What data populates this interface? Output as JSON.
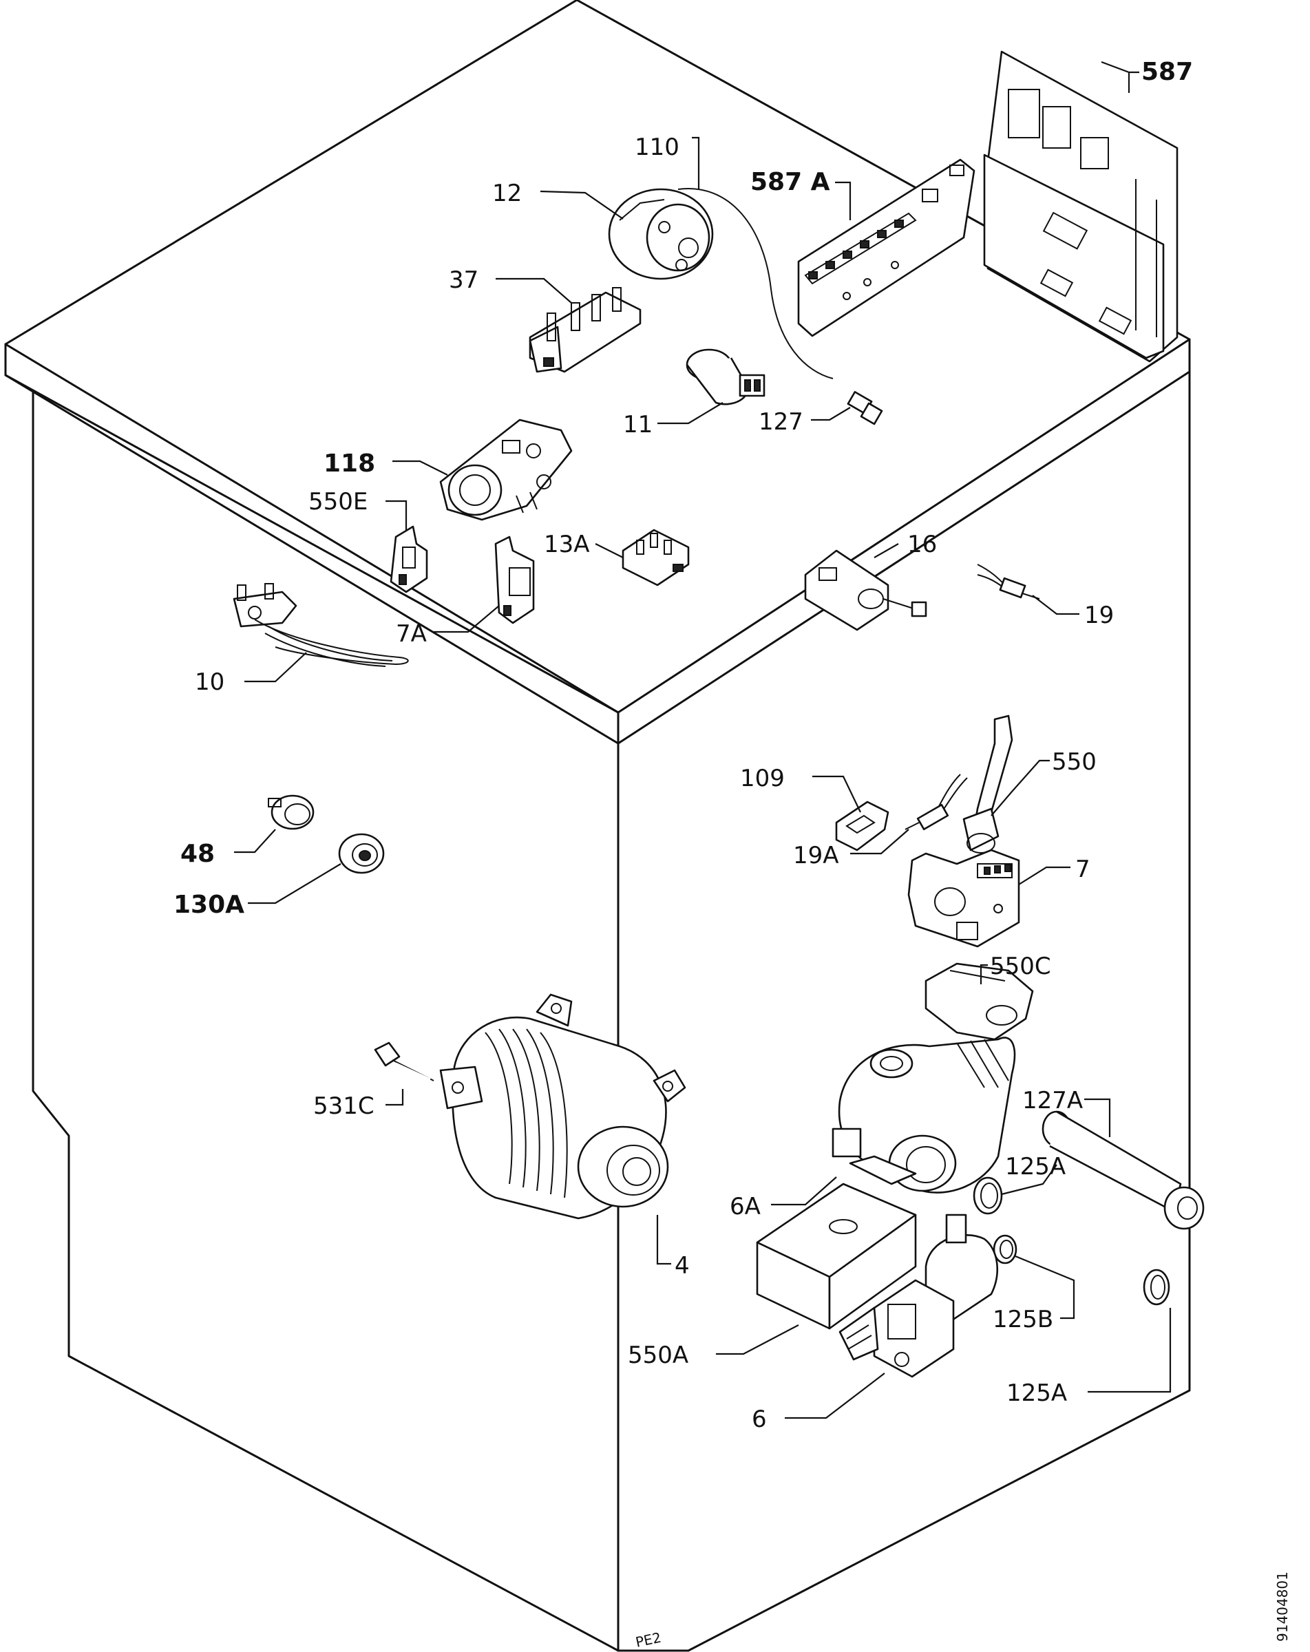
{
  "labels": {
    "p587": "587",
    "p587a": "587 A",
    "p110": "110",
    "p12": "12",
    "p37": "37",
    "p11": "11",
    "p127": "127",
    "p118": "118",
    "p550e": "550E",
    "p13a": "13A",
    "p16": "16",
    "p19": "19",
    "p7a": "7A",
    "p10": "10",
    "p109": "109",
    "p550": "550",
    "p19a": "19A",
    "p7": "7",
    "p48": "48",
    "p130a": "130A",
    "p550c": "550C",
    "p531c": "531C",
    "p127a": "127A",
    "p125a_top": "125A",
    "p6a": "6A",
    "p4": "4",
    "p125b": "125B",
    "p550a": "550A",
    "p6": "6",
    "p125a_bottom": "125A"
  },
  "footer": {
    "drawing_number": "91404801",
    "mark": "PE2"
  }
}
